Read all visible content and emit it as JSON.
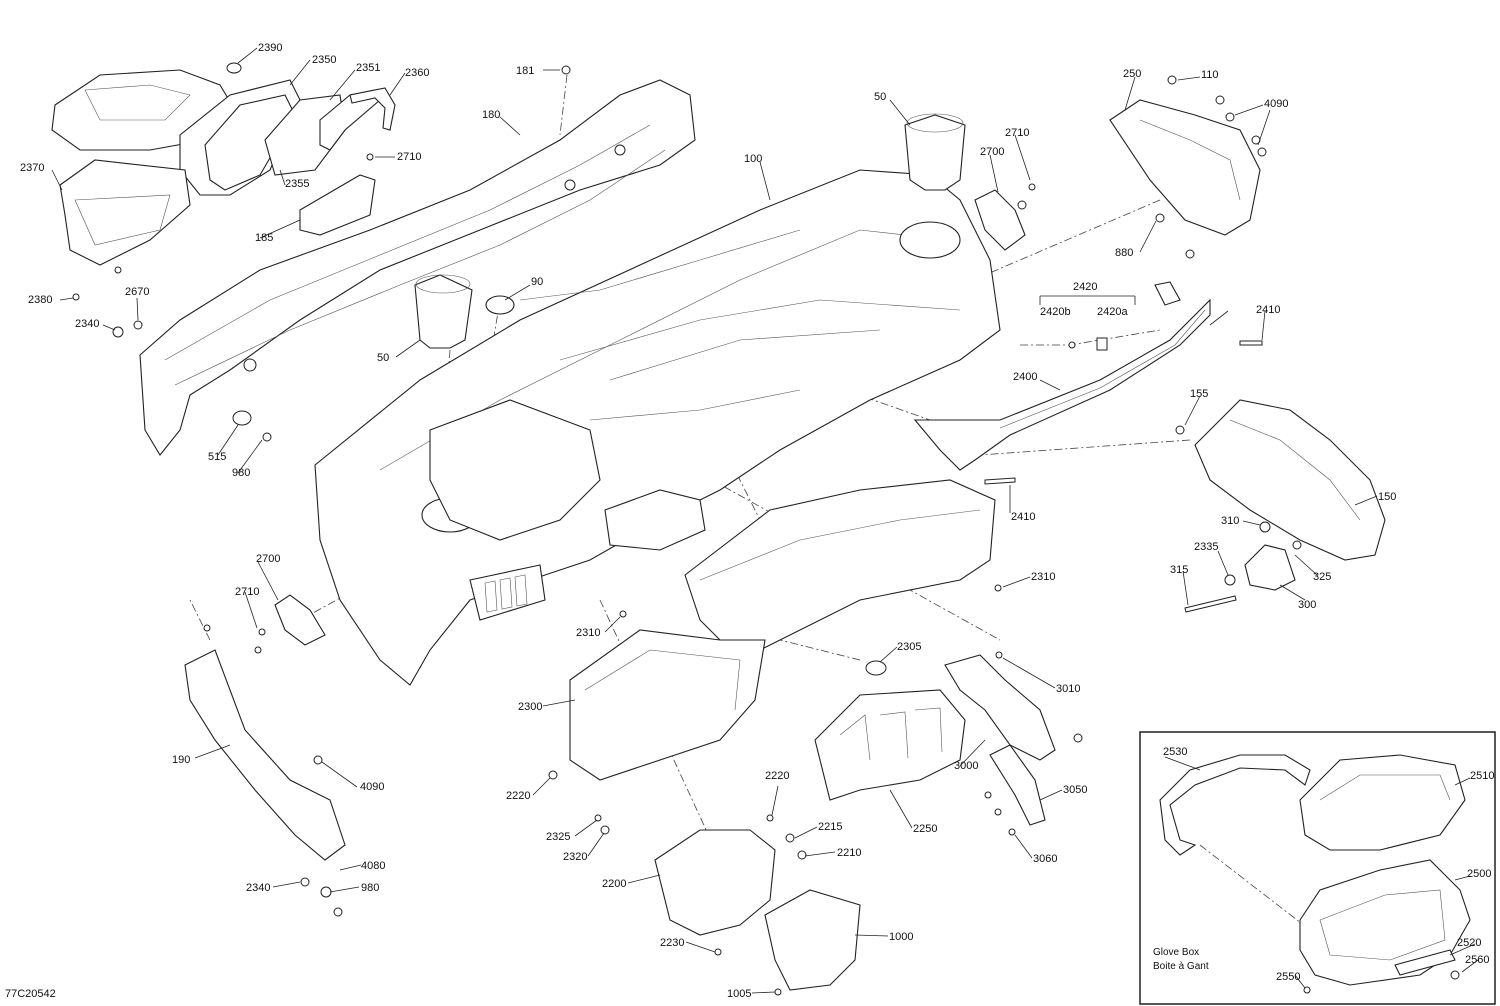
{
  "drawing_number": "77C20542",
  "inset": {
    "title_line1": "Glove Box",
    "title_line2": "Boite à Gant"
  },
  "labels": {
    "l2390": "2390",
    "l2350": "2350",
    "l2351": "2351",
    "l2360": "2360",
    "l2370": "2370",
    "l2710a": "2710",
    "l2355": "2355",
    "l185": "185",
    "l2380": "2380",
    "l2670": "2670",
    "l2340a": "2340",
    "l181": "181",
    "l180": "180",
    "l100": "100",
    "l50a": "50",
    "l50b": "50",
    "l90": "90",
    "l2710b": "2710",
    "l2700a": "2700",
    "l250": "250",
    "l110": "110",
    "l4090a": "4090",
    "l880": "880",
    "l2420": "2420",
    "l2420b": "2420b",
    "l2420a": "2420a",
    "l2410a": "2410",
    "l2400": "2400",
    "l155": "155",
    "l150": "150",
    "l310": "310",
    "l2335": "2335",
    "l315": "315",
    "l325": "325",
    "l300": "300",
    "l2410b": "2410",
    "l2310a": "2310",
    "l515": "515",
    "l980a": "980",
    "l2700b": "2700",
    "l2710c": "2710",
    "l2310b": "2310",
    "l2305": "2305",
    "l3010": "3010",
    "l2300": "2300",
    "l190": "190",
    "l4090b": "4090",
    "l3000": "3000",
    "l3050": "3050",
    "l2220a": "2220",
    "l2220b": "2220",
    "l2215": "2215",
    "l2210": "2210",
    "l2250": "2250",
    "l3060": "3060",
    "l2325": "2325",
    "l2320": "2320",
    "l4080": "4080",
    "l980b": "980",
    "l2340b": "2340",
    "l2200": "2200",
    "l1000": "1000",
    "l2230": "2230",
    "l1005": "1005",
    "l2530": "2530",
    "l2510": "2510",
    "l2500": "2500",
    "l2520": "2520",
    "l2560": "2560",
    "l2550": "2550"
  }
}
